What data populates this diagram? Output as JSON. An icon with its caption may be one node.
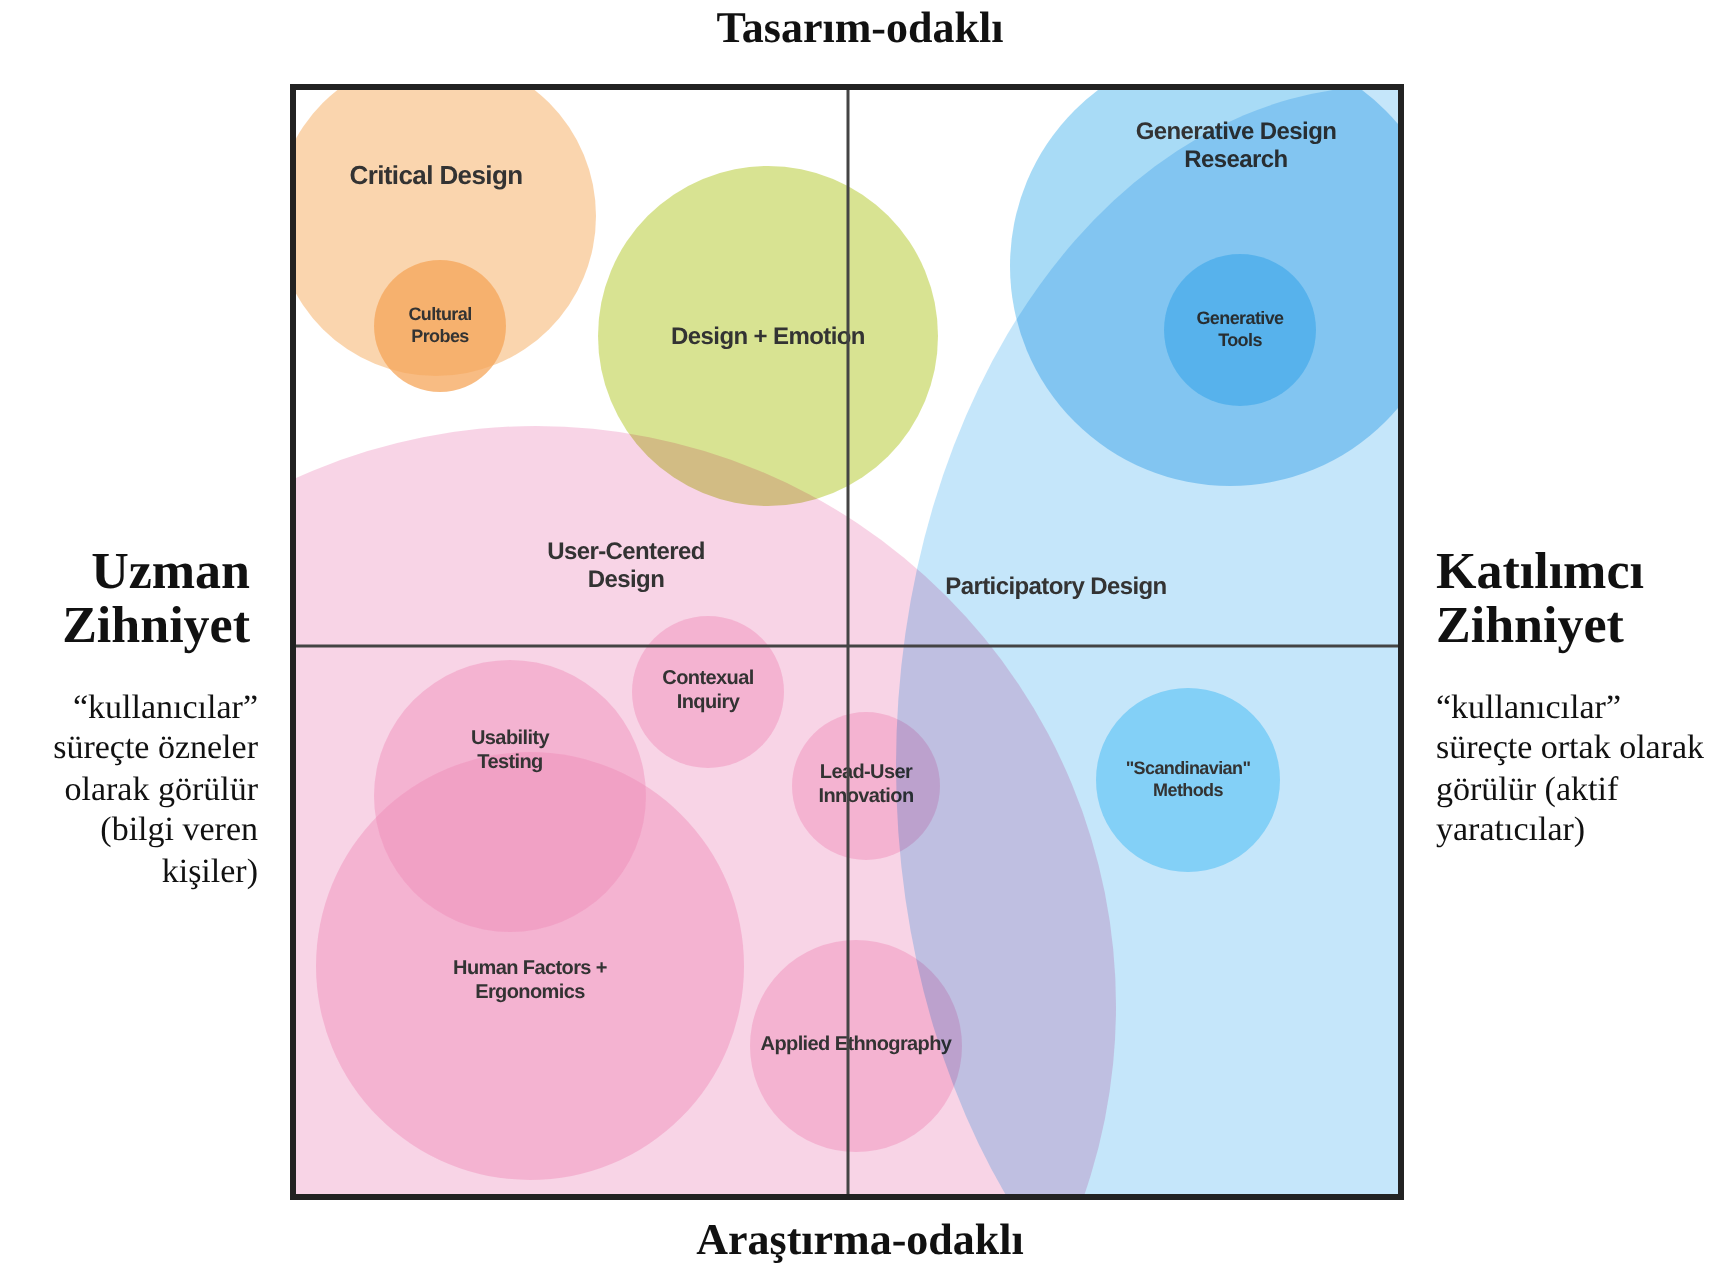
{
  "diagram": {
    "nodes": [
      {
        "text": [
          "Critical Design"
        ]
      },
      {
        "text": [
          "Cultural Probes"
        ],
        "in": 0
      },
      {
        "text": [
          "Design + Emotion"
        ]
      },
      {
        "text": [
          "Participatory Design"
        ]
      },
      {
        "text": [
          "Generative Design Research"
        ]
      },
      {
        "text": [
          "Generative Tools"
        ],
        "in": 4
      },
      {
        "text": [
          "User-Centered Design"
        ]
      },
      {
        "text": [
          "Human Factors + Ergonomics"
        ],
        "in": 6
      },
      {
        "text": [
          "Usability Testing"
        ],
        "in": 6
      },
      {
        "text": [
          "Contexual Inquiry"
        ],
        "in": 6
      },
      {
        "text": [
          "Lead-User Innovation"
        ],
        "in": 6
      },
      {
        "text": [
          "Applied Ethnography"
        ],
        "in": 6
      },
      {
        "text": [
          "\"Scandinavian\" Methods"
        ],
        "in": 3
      }
    ],
    "edges": [],
    "labels": [
      "Tasarım-odaklı",
      "Uzman Zihniyet",
      "“kullanıcılar” süreçte özneler olarak görülür (bilgi veren kişiler)",
      "Katılımcı Zihniyet",
      "“kullanıcılar” süreçte ortak olarak görülür (aktif yaratıcılar)",
      "Araştırma-odaklı"
    ]
  }
}
